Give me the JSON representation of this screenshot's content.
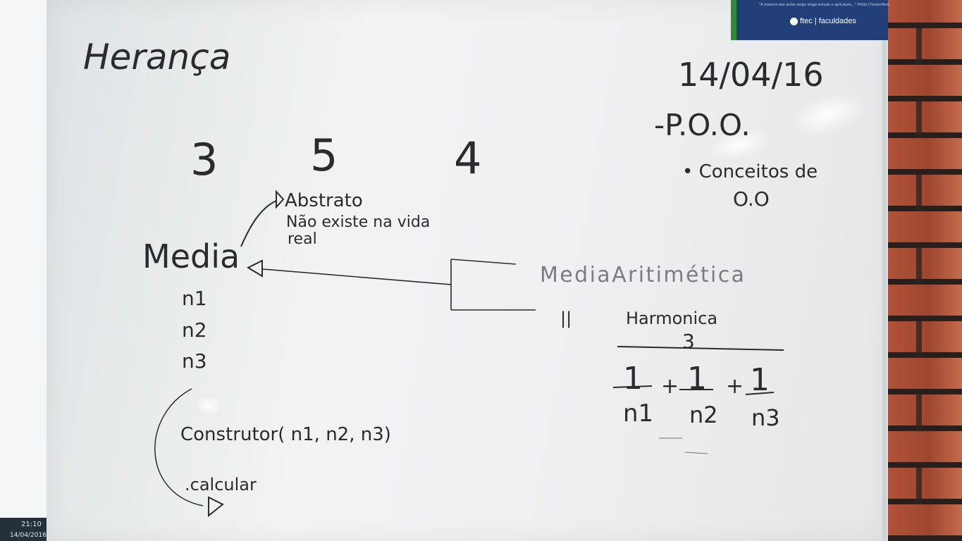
{
  "scene": "whiteboard",
  "banner": {
    "quote": "\"A maioria das aulas exige longo estudo e aplicação...\" Philip Chesterfield",
    "logo": "ftec | faculdades"
  },
  "taskbar": {
    "time": "21:10",
    "date": "14/04/2016"
  },
  "board": {
    "title": "Herança",
    "date": "14/04/16",
    "topic": "-P.O.O.",
    "bullet": "• Conceitos de",
    "bullet_cont": "O.O",
    "numbers": [
      "3",
      "5",
      "4"
    ],
    "note_line1": "Abstrato",
    "note_line2": "Não existe na vida",
    "note_line3": "real",
    "class_name": "Media",
    "attributes": [
      "n1",
      "n2",
      "n3"
    ],
    "constructor": "Construtor( n1, n2, n3)",
    "method": ".calcular",
    "subclass1": "MediaAritimética",
    "subclass2": "Harmonica",
    "ditto": "||",
    "formula_numerator": "3",
    "formula_terms": [
      "1",
      "1",
      "1"
    ],
    "formula_denominators": [
      "n1",
      "n2",
      "n3"
    ],
    "formula_plus": "+"
  }
}
